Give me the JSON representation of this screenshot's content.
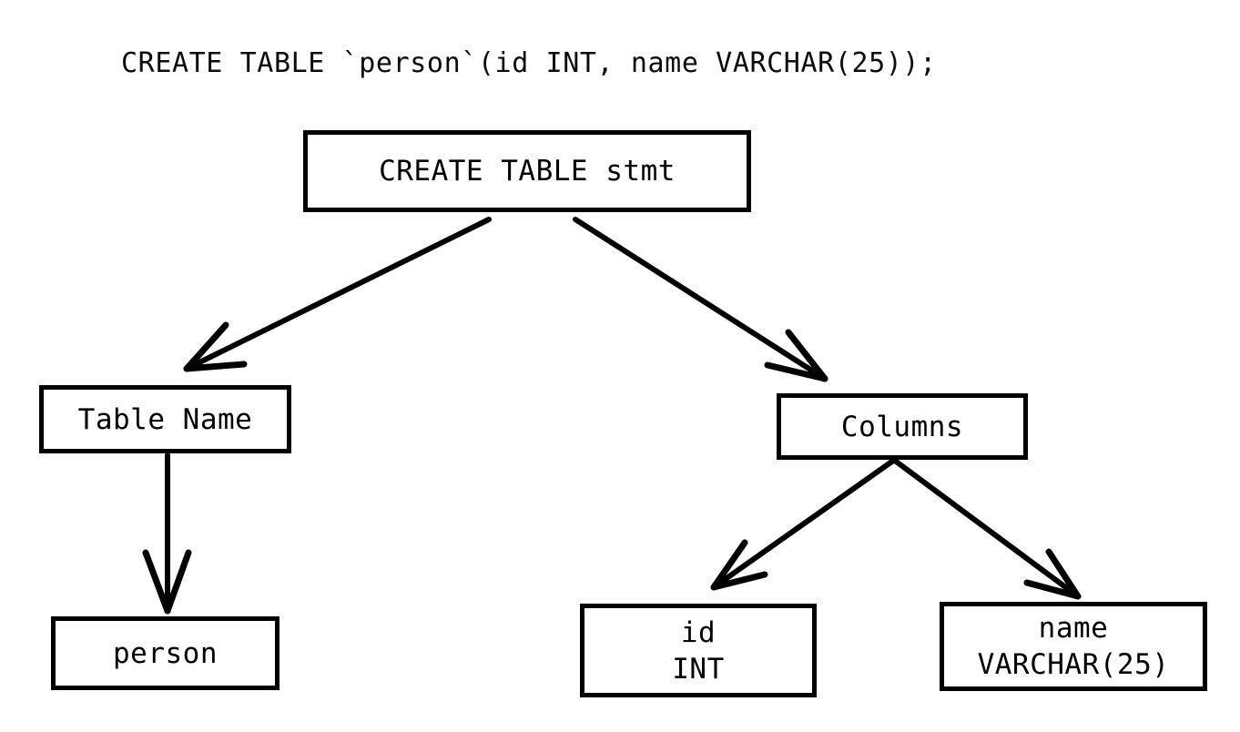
{
  "diagram": {
    "title": "CREATE TABLE `person`(id INT, name VARCHAR(25));",
    "stroke_color": "#000000",
    "background_color": "#ffffff",
    "nodes": [
      {
        "id": "root",
        "lines": [
          "CREATE TABLE stmt"
        ]
      },
      {
        "id": "table_name",
        "lines": [
          "Table Name"
        ]
      },
      {
        "id": "person",
        "lines": [
          "person"
        ]
      },
      {
        "id": "columns",
        "lines": [
          "Columns"
        ]
      },
      {
        "id": "id_col",
        "lines": [
          "id",
          "INT"
        ]
      },
      {
        "id": "name_col",
        "lines": [
          "name",
          "VARCHAR(25)"
        ]
      }
    ],
    "edges": [
      {
        "from": "root",
        "to": "table_name",
        "arrowhead": "open-v"
      },
      {
        "from": "root",
        "to": "columns",
        "arrowhead": "open-v"
      },
      {
        "from": "table_name",
        "to": "person",
        "arrowhead": "open-v"
      },
      {
        "from": "columns",
        "to": "id_col",
        "arrowhead": "open-v"
      },
      {
        "from": "columns",
        "to": "name_col",
        "arrowhead": "open-v"
      }
    ]
  }
}
